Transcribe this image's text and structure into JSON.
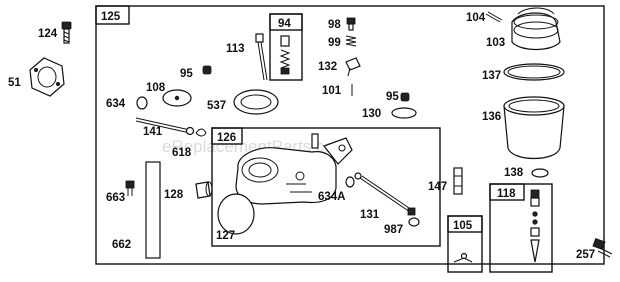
{
  "boxes": {
    "main": "125",
    "carb_body": "126",
    "spring_kit": "94",
    "needle_kit": "105",
    "valve_kit": "118"
  },
  "parts": {
    "p124": "124",
    "p51": "51",
    "p113": "113",
    "p95a": "95",
    "p108": "108",
    "p634": "634",
    "p537": "537",
    "p141": "141",
    "p618": "618",
    "p98": "98",
    "p99": "99",
    "p132": "132",
    "p101": "101",
    "p95b": "95",
    "p130": "130",
    "p104": "104",
    "p103": "103",
    "p137": "137",
    "p136": "136",
    "p138": "138",
    "p147": "147",
    "p663": "663",
    "p128": "128",
    "p634a": "634A",
    "p131": "131",
    "p127": "127",
    "p987": "987",
    "p662": "662",
    "p257": "257"
  },
  "watermark": "eReplacementParts.com"
}
